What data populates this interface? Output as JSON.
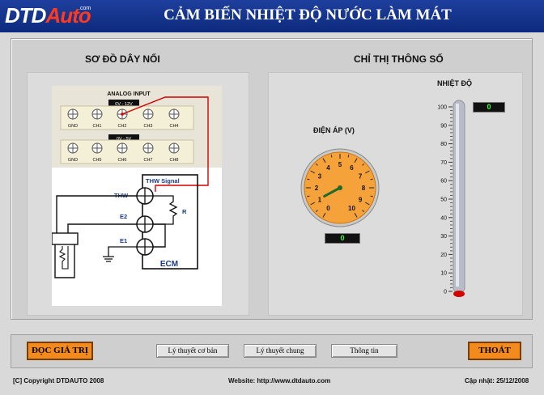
{
  "header": {
    "logo_dtd": "DTD",
    "logo_auto": "Auto",
    "logo_com": ".com",
    "title": "CẢM BIẾN NHIỆT ĐỘ NƯỚC LÀM MÁT"
  },
  "left_section": {
    "title": "SƠ ĐỒ DÂY NỐI",
    "analog_input": "ANALOG INPUT",
    "range_12v": "0V - 12V",
    "range_5v": "0V - 5V",
    "channels_top": [
      "GND",
      "CH1",
      "CH2",
      "CH3",
      "CH4"
    ],
    "channels_bottom": [
      "GND",
      "CH5",
      "CH6",
      "CH7",
      "CH8"
    ],
    "thw_signal": "THW Signal",
    "thw": "THW",
    "e2": "E2",
    "e1": "E1",
    "r": "R",
    "ecm": "ECM"
  },
  "right_section": {
    "title": "CHỈ THỊ THÔNG SỐ",
    "voltage_label": "ĐIỆN ÁP (V)",
    "voltage_value": "0",
    "voltage_ticks": [
      "0",
      "1",
      "2",
      "3",
      "4",
      "5",
      "6",
      "7",
      "8",
      "9",
      "10"
    ],
    "temp_label": "NHIỆT ĐỘ",
    "temp_value": "0",
    "temp_ticks": [
      "100",
      "90",
      "80",
      "70",
      "60",
      "50",
      "40",
      "30",
      "20",
      "10",
      "0"
    ]
  },
  "buttons": {
    "read": "ĐỌC GIÁ TRỊ",
    "basic_theory": "Lý thuyết cơ bản",
    "general_theory": "Lý thuyết chung",
    "info": "Thông tin",
    "exit": "THOÁT"
  },
  "footer": {
    "copyright": "[C] Copyright DTDAUTO 2008",
    "website": "Website: http://www.dtdauto.com",
    "updated": "Cập nhật: 25/12/2008"
  },
  "colors": {
    "header": "#0c2a7c",
    "accent_orange": "#f28a1e",
    "readout_green": "#3bff3b",
    "wire_red": "#d40000"
  }
}
